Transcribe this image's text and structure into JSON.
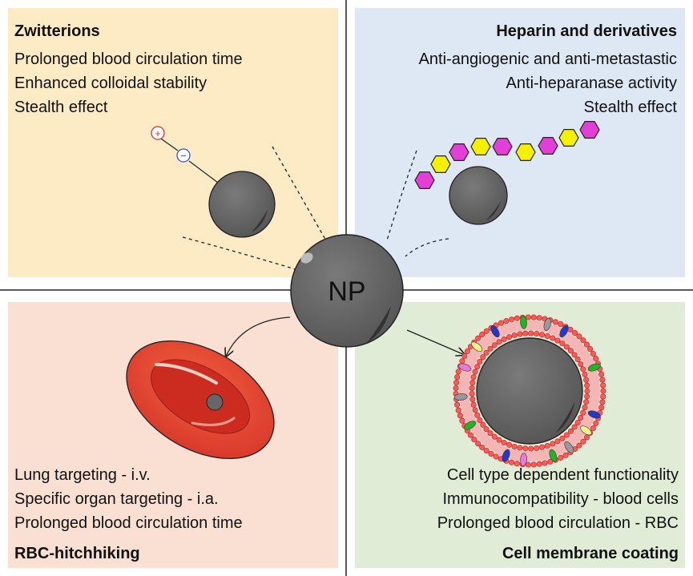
{
  "center": {
    "label": "NP"
  },
  "zwitterions": {
    "title": "Zwitterions",
    "properties": [
      "Prolonged blood circulation time",
      "Enhanced colloidal stability",
      "Stealth effect"
    ],
    "plus_sign": "+",
    "minus_sign": "−"
  },
  "heparin": {
    "title": "Heparin and derivatives",
    "properties": [
      "Anti-angiogenic and anti-metastastic",
      "Anti-heparanase activity",
      "Stealth effect"
    ]
  },
  "rbc": {
    "title": "RBC-hitchhiking",
    "properties": [
      "Lung targeting - i.v.",
      "Specific organ targeting - i.a.",
      "Prolonged blood circulation time"
    ]
  },
  "membrane": {
    "title": "Cell membrane coating",
    "properties": [
      "Cell type dependent functionality",
      "Immunocompatibility - blood cells",
      "Prolonged blood circulation - RBC"
    ]
  },
  "colors": {
    "zwitterions_bg": "#fdebc6",
    "heparin_bg": "#dde8f4",
    "rbc_bg": "#f9e0d3",
    "membrane_bg": "#e0ecd6",
    "nanoparticle": "#666666",
    "hexagon_magenta": "#e23fd6",
    "hexagon_yellow": "#f5f000",
    "rbc_red": "#e8493a"
  }
}
